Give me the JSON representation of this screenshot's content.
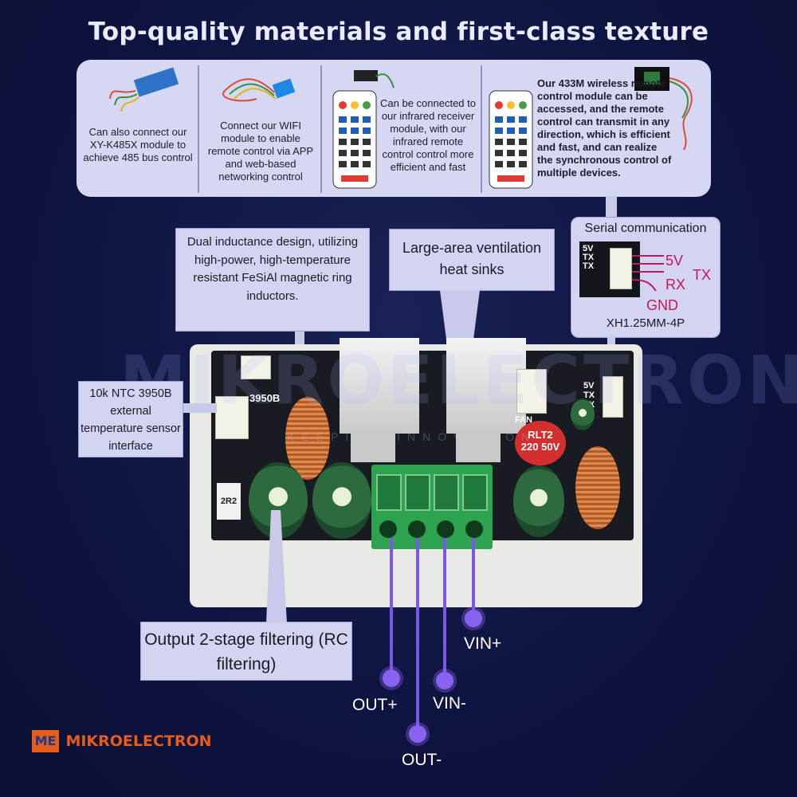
{
  "title": "Top-quality materials and first-class texture",
  "top_panels": [
    {
      "text": "Can also connect our XY-K485X module to achieve 485 bus control",
      "icon": "rs485-module-icon"
    },
    {
      "text": "Connect our WIFI module to enable remote control via APP and web-based networking control",
      "icon": "wifi-module-icon"
    },
    {
      "text": "Can be connected to our infrared receiver module, with our infrared remote control control more efficient and fast",
      "icon": "ir-remote-icon"
    },
    {
      "text": "Our 433M wireless remote control module can be accessed, and the remote control can transmit in any direction, which is efficient and fast, and can realize the synchronous control of multiple devices.",
      "icon": "433m-remote-icon"
    }
  ],
  "callouts": {
    "inductor": "Dual inductance design, utilizing high-power, high-temperature resistant FeSiAl magnetic ring inductors.",
    "heatsink": "Large-area ventilation heat sinks",
    "ntc": "10k NTC 3950B external temperature sensor interface",
    "filter": "Output 2-stage filtering (RC filtering)"
  },
  "serial": {
    "title": "Serial communication",
    "pins": [
      "5V",
      "TX",
      "RX",
      "GND"
    ],
    "header_labels": [
      "5V",
      "TX",
      "TX"
    ],
    "connector": "XH1.25MM-4P"
  },
  "board_labels": {
    "ntc_chip": "3950B",
    "fan": "FAN",
    "resistor": "2R2",
    "cap_text": "220 50V",
    "cap_brand": "RLT2",
    "header": [
      "5V",
      "TX",
      "TX"
    ]
  },
  "wires": {
    "vin_plus": "VIN+",
    "out_plus": "OUT+",
    "vin_minus": "VIN-",
    "out_minus": "OUT-"
  },
  "watermark": {
    "main": "MIKROELECTRON",
    "sub": "KEEPING INNOVATION",
    "logo_badge": "ME"
  },
  "colors": {
    "background": "#0e1440",
    "panel": "#d6d7f3",
    "wire": "#7b56e8",
    "pin_label": "#c2185b"
  }
}
